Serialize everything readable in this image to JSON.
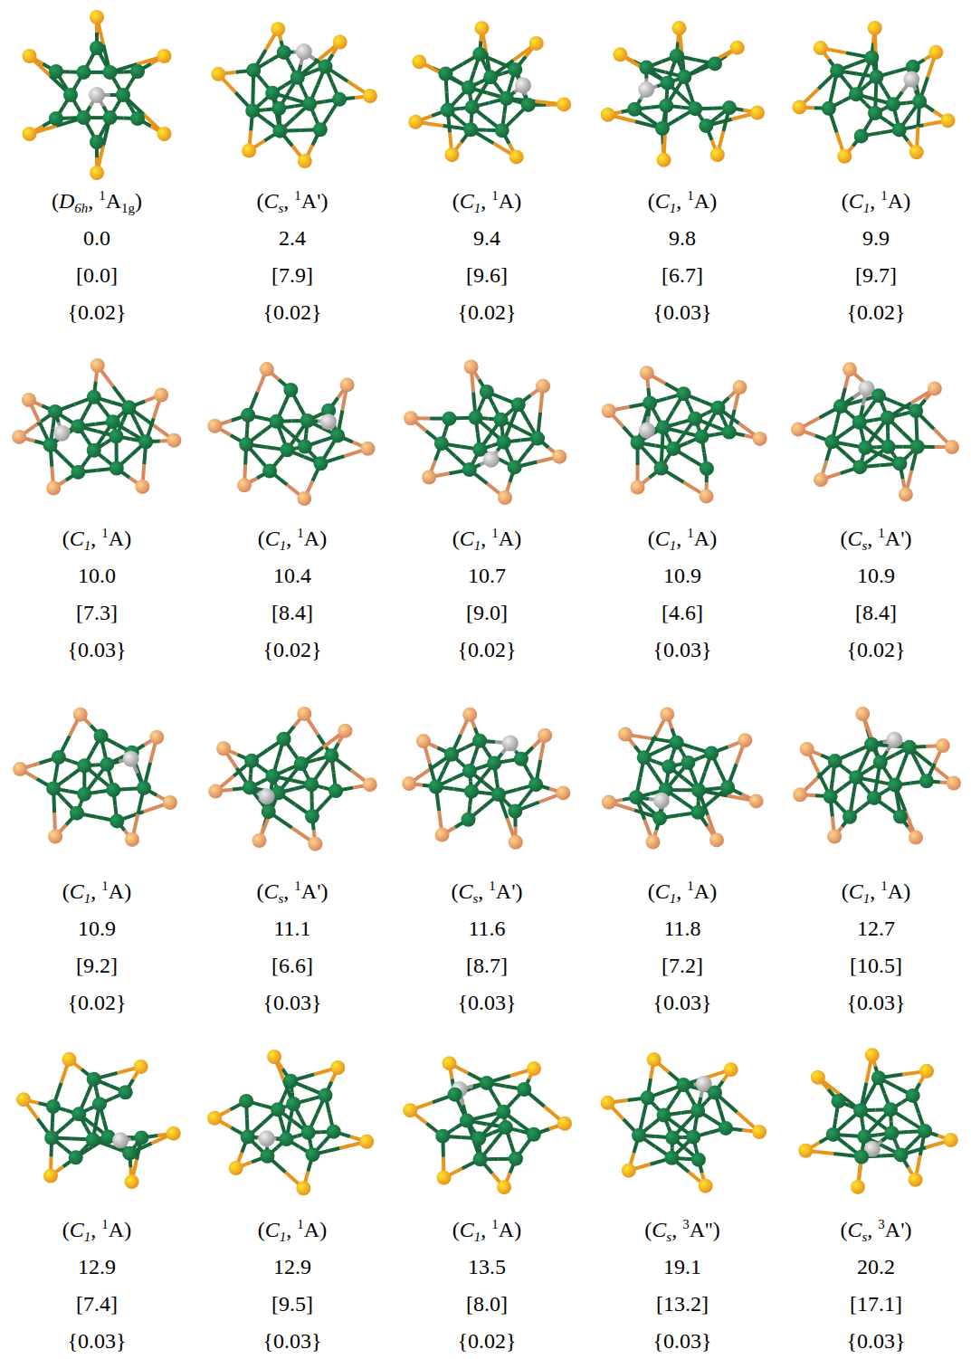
{
  "diagram": {
    "labels": [
      "(D6h, 1A1g)",
      "0.0",
      "[0.0]",
      "{0.02}",
      "(Cs, 1A')",
      "2.4",
      "[7.9]",
      "{0.02}",
      "(C1, 1A)",
      "9.4",
      "[9.6]",
      "{0.02}",
      "(C1, 1A)",
      "9.8",
      "[6.7]",
      "{0.03}",
      "(C1, 1A)",
      "9.9",
      "[9.7]",
      "{0.02}",
      "(C1, 1A)",
      "10.0",
      "[7.3]",
      "{0.03}",
      "(C1, 1A)",
      "10.4",
      "[8.4]",
      "{0.02}",
      "(C1, 1A)",
      "10.7",
      "[9.0]",
      "{0.02}",
      "(C1, 1A)",
      "10.9",
      "[4.6]",
      "{0.03}",
      "(Cs, 1A')",
      "10.9",
      "[8.4]",
      "{0.02}",
      "(C1, 1A)",
      "10.9",
      "[9.2]",
      "{0.02}",
      "(Cs, 1A')",
      "11.1",
      "[6.6]",
      "{0.03}",
      "(Cs, 1A')",
      "11.6",
      "[8.7]",
      "{0.03}",
      "(C1, 1A)",
      "11.8",
      "[7.2]",
      "{0.03}",
      "(C1, 1A)",
      "12.7",
      "[10.5]",
      "{0.03}",
      "(C1, 1A)",
      "12.9",
      "[7.4]",
      "{0.03}",
      "(C1, 1A)",
      "12.9",
      "[9.5]",
      "{0.03}",
      "(C1, 1A)",
      "13.5",
      "[8.0]",
      "{0.02}",
      "(Cs, 3A'')",
      "19.1",
      "[13.2]",
      "{0.03}",
      "(Cs, 3A')",
      "20.2",
      "[17.1]",
      "{0.03}"
    ]
  }
}
